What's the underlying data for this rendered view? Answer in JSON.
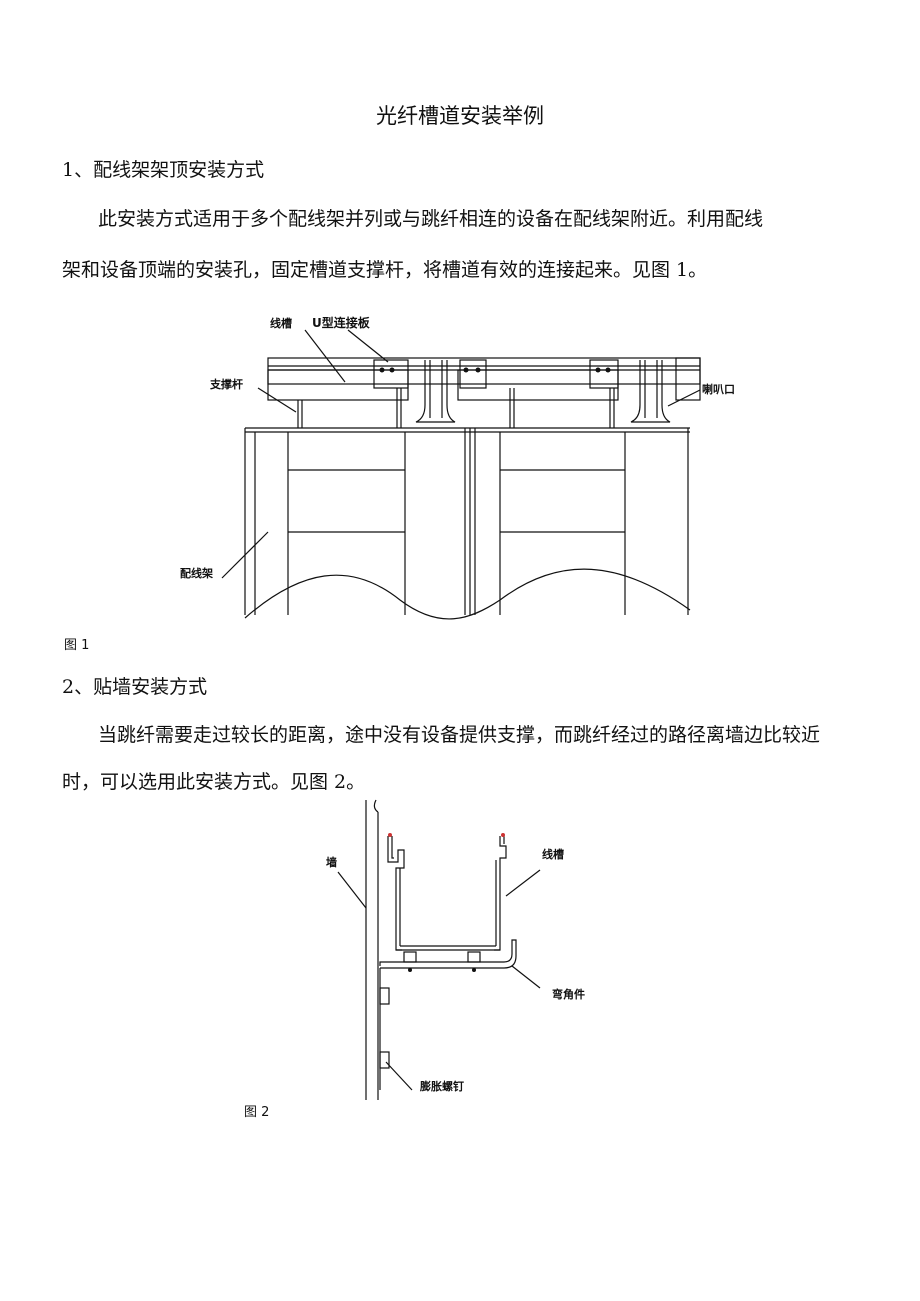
{
  "document": {
    "title": "光纤槽道安装举例",
    "section1": {
      "heading": "1、配线架架顶安装方式",
      "para_line1": "此安装方式适用于多个配线架并列或与跳纤相连的设备在配线架附近。利用配线",
      "para_line2": "架和设备顶端的安装孔，固定槽道支撑杆，将槽道有效的连接起来。见图 1。",
      "figure": {
        "caption": "图 1",
        "labels": {
          "trough": "线槽",
          "u_plate": "U型连接板",
          "support_rod": "支撑杆",
          "horn": "喇叭口",
          "rack": "配线架"
        }
      }
    },
    "section2": {
      "heading": "2、贴墙安装方式",
      "para_line1": "当跳纤需要走过较长的距离，途中没有设备提供支撑，而跳纤经过的路径离墙边比较近",
      "para_line2": "时，可以选用此安装方式。见图 2。",
      "figure": {
        "caption": "图 2",
        "labels": {
          "wall": "墙",
          "trough": "线槽",
          "bracket": "弯角件",
          "bolt": "膨胀螺钉"
        }
      }
    }
  }
}
